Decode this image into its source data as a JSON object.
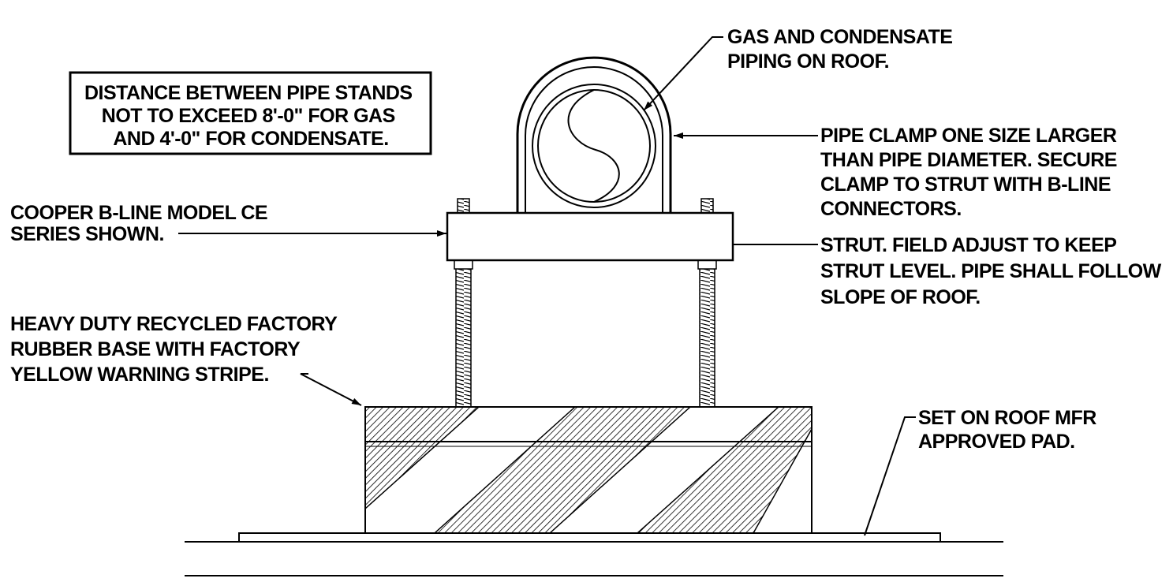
{
  "notes": {
    "distance_box": [
      "DISTANCE BETWEEN PIPE STANDS",
      "NOT TO EXCEED 8'-0\" FOR GAS",
      "AND 4'-0\" FOR CONDENSATE."
    ],
    "gas_condensate": [
      "GAS AND CONDENSATE",
      "PIPING ON ROOF."
    ],
    "pipe_clamp": [
      "PIPE CLAMP ONE SIZE LARGER",
      "THAN PIPE DIAMETER.  SECURE",
      "CLAMP TO STRUT WITH B-LINE",
      "CONNECTORS."
    ],
    "cooper": [
      "COOPER B-LINE MODEL CE",
      "SERIES SHOWN."
    ],
    "strut": [
      "STRUT.  FIELD ADJUST TO KEEP",
      "STRUT LEVEL. PIPE SHALL FOLLOW",
      "SLOPE OF ROOF."
    ],
    "rubber_base": [
      "HEAVY DUTY RECYCLED FACTORY",
      "RUBBER BASE WITH FACTORY",
      "YELLOW WARNING STRIPE."
    ],
    "roof_pad": [
      "SET ON ROOF MFR",
      "APPROVED PAD."
    ]
  }
}
